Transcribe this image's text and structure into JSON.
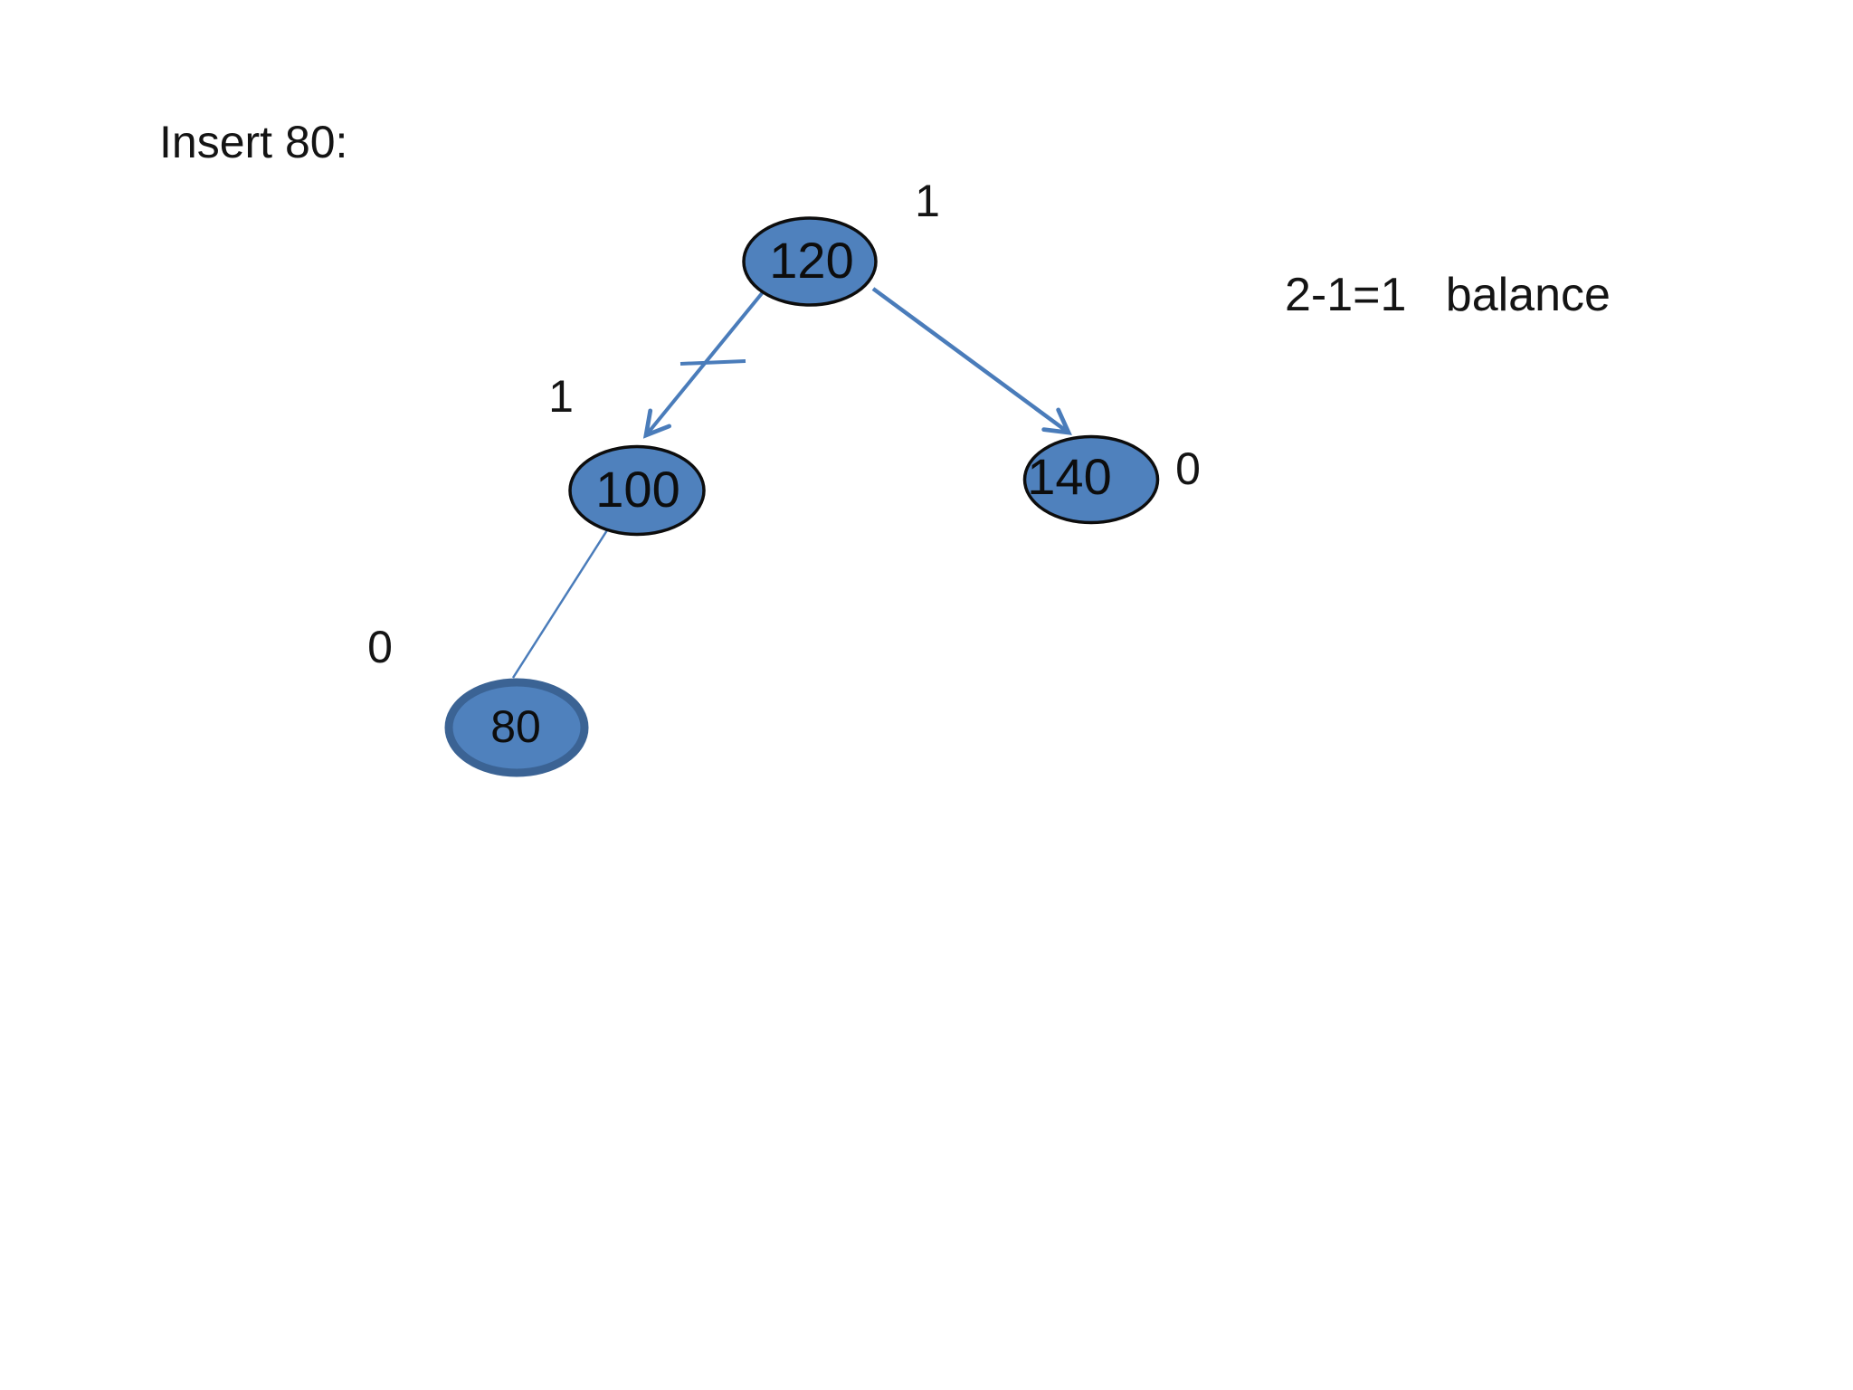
{
  "slide": {
    "title": "Insert 80:",
    "balance_annotation": "2-1=1   balance"
  },
  "tree": {
    "type": "avl-binary-search-tree",
    "nodes": [
      {
        "key": "120",
        "balance_factor": "1",
        "role": "root"
      },
      {
        "key": "100",
        "balance_factor": "1",
        "role": "left child of 120"
      },
      {
        "key": "140",
        "balance_factor": "0",
        "role": "right child of 120"
      },
      {
        "key": "80",
        "balance_factor": "0",
        "role": "left child of 100 (newly inserted)"
      }
    ],
    "edges": [
      {
        "from": "120",
        "to": "100",
        "style": "arrow-with-tick-mark"
      },
      {
        "from": "120",
        "to": "140",
        "style": "arrow"
      },
      {
        "from": "100",
        "to": "80",
        "style": "plain-line"
      }
    ]
  },
  "colors": {
    "background": "#ffffff",
    "node_fill": "#4f81bd",
    "node_outline": "#0d0d0d",
    "inserted_node_outline": "#3b6394",
    "edge": "#4a7cba",
    "text": "#141414"
  }
}
